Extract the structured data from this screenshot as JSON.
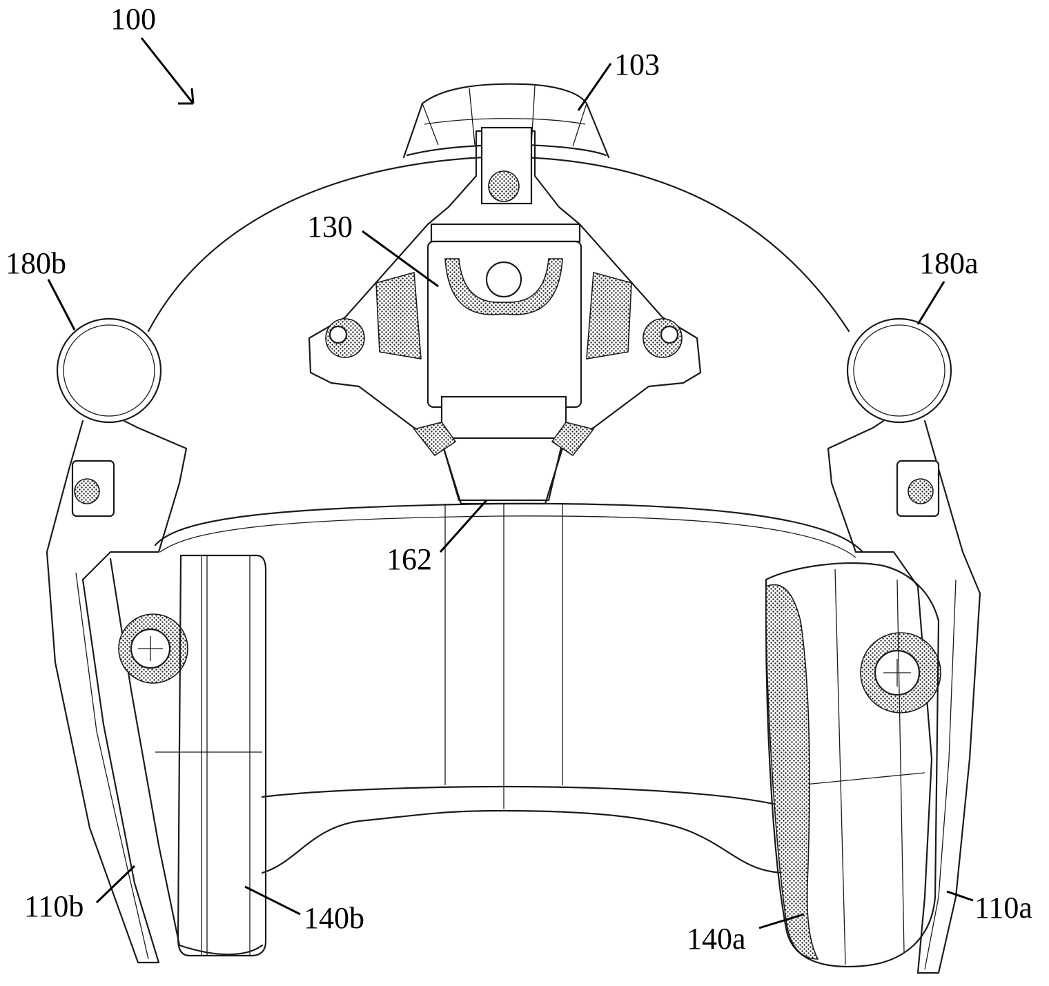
{
  "figure": {
    "labels": {
      "assembly": "100",
      "mount": "103",
      "adapter": "130",
      "strap": "162",
      "knob_left": "180b",
      "knob_right": "180a",
      "arm_left": "110b",
      "arm_right": "110a",
      "earcup_left": "140b",
      "earcup_right": "140a"
    }
  }
}
